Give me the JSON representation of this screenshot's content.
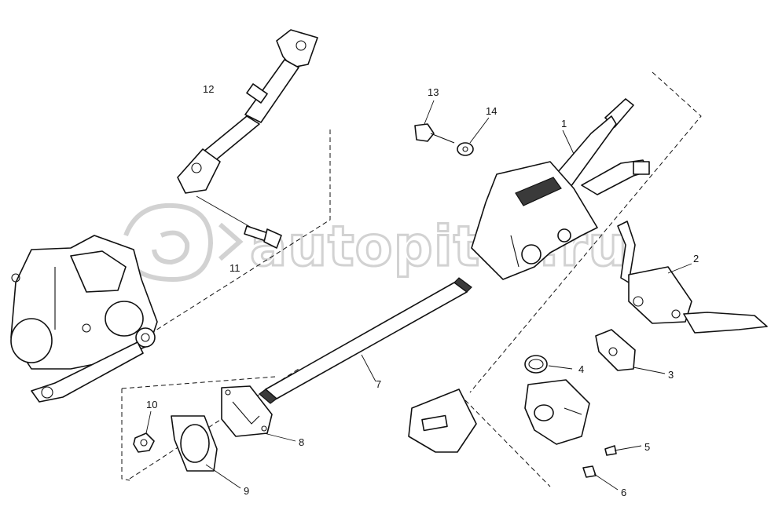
{
  "watermark": {
    "text": "autopiter.ru"
  },
  "callouts": [
    "1",
    "2",
    "3",
    "4",
    "5",
    "6",
    "7",
    "8",
    "9",
    "10",
    "11",
    "12",
    "13",
    "14"
  ],
  "colors": {
    "line": "#111111",
    "background": "#ffffff",
    "watermark": "#d2d2d2"
  }
}
